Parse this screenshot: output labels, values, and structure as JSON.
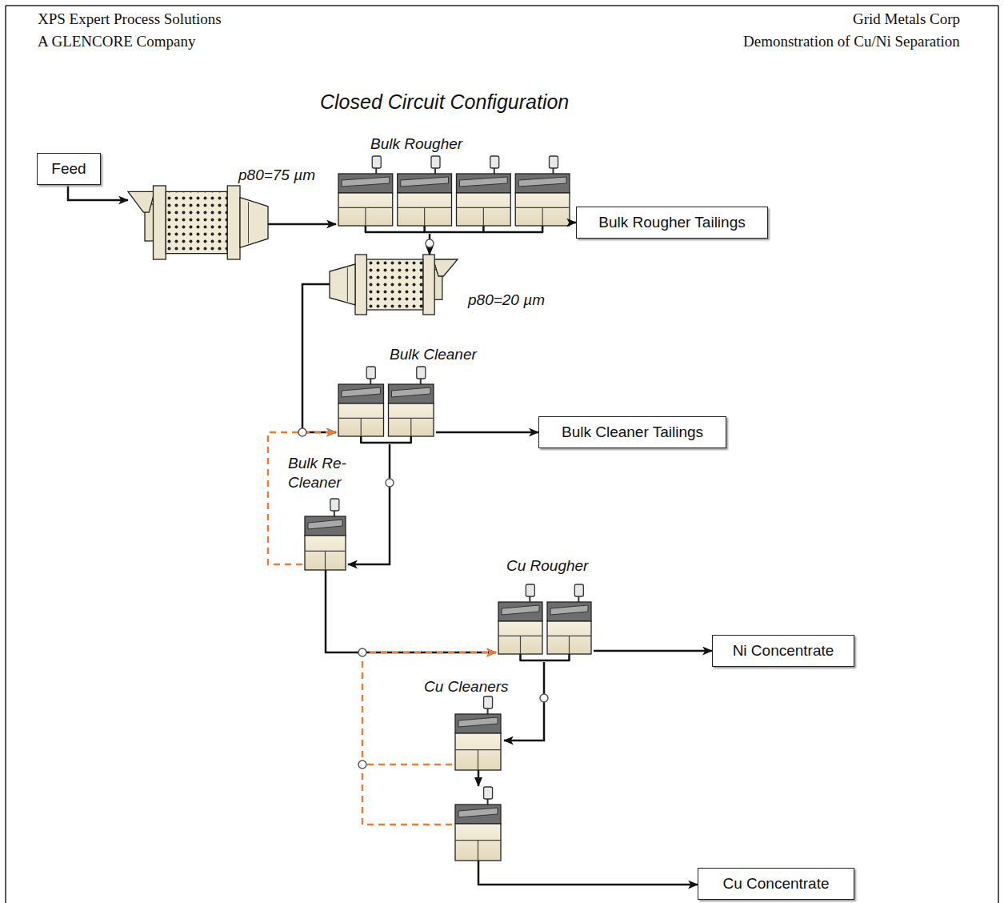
{
  "diagram": {
    "title": "Closed Circuit Configuration",
    "nodes": [
      {
        "text": [
          "Feed"
        ]
      },
      {
        "text": [
          "p80=75 µm"
        ]
      },
      {
        "text": [
          "Bulk Rougher"
        ]
      },
      {
        "text": [
          "Bulk Rougher Tailings"
        ]
      },
      {
        "text": [
          "p80=20 µm"
        ]
      },
      {
        "text": [
          "Bulk Cleaner"
        ]
      },
      {
        "text": [
          "Bulk Cleaner Tailings"
        ]
      },
      {
        "text": [
          "Bulk Re-Cleaner"
        ]
      },
      {
        "text": [
          "Cu Rougher"
        ]
      },
      {
        "text": [
          "Ni Concentrate"
        ]
      },
      {
        "text": [
          "Cu Cleaners"
        ]
      },
      {
        "text": [
          "Cu Concentrate"
        ]
      }
    ],
    "edges": [
      {
        "from": 0,
        "to": 1,
        "arrow": "to"
      },
      {
        "from": 1,
        "to": 2,
        "arrow": "to"
      },
      {
        "from": 2,
        "to": 3,
        "arrow": "to"
      },
      {
        "from": 2,
        "to": 4,
        "arrow": "to"
      },
      {
        "from": 4,
        "to": 5,
        "arrow": "to"
      },
      {
        "from": 5,
        "to": 6,
        "arrow": "to"
      },
      {
        "from": 5,
        "to": 7,
        "arrow": "to"
      },
      {
        "from": 7,
        "to": 5,
        "arrow": "to"
      },
      {
        "from": 7,
        "to": 8,
        "arrow": "to"
      },
      {
        "from": 8,
        "to": 9,
        "arrow": "to"
      },
      {
        "from": 8,
        "to": 10,
        "arrow": "to"
      },
      {
        "from": 10,
        "to": 8,
        "arrow": "to"
      },
      {
        "from": 10,
        "to": 11,
        "arrow": "to"
      }
    ],
    "labels": [
      "XPS Expert Process Solutions",
      "A GLENCORE Company",
      "Grid Metals Corp",
      "Demonstration of Cu/Ni Separation"
    ]
  }
}
